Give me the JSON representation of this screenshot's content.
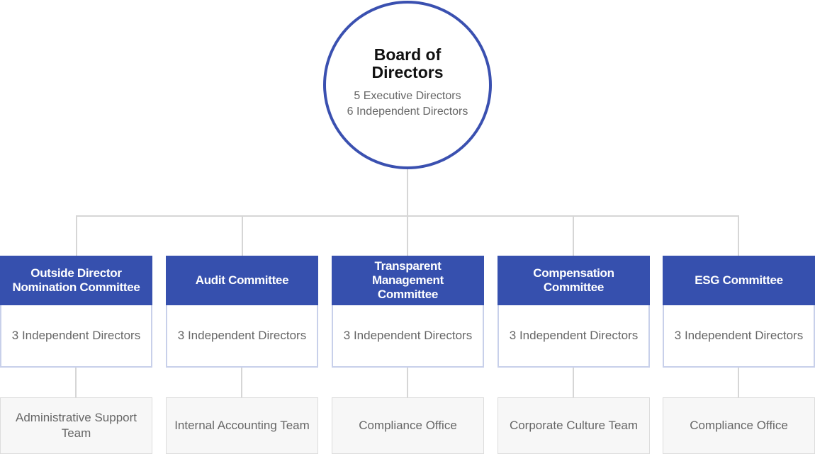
{
  "board": {
    "title_line1": "Board of",
    "title_line2": "Directors",
    "executive": "5 Executive Directors",
    "independent": "6 Independent Directors"
  },
  "committees": [
    {
      "name": "Outside Director Nomination Committee",
      "members": "3 Independent Directors",
      "team": "Administrative Support Team"
    },
    {
      "name": "Audit Committee",
      "members": "3 Independent Directors",
      "team": "Internal Accounting Team"
    },
    {
      "name": "Transparent Management Committee",
      "members": "3 Independent Directors",
      "team": "Compliance Office"
    },
    {
      "name": "Compensation Committee",
      "members": "3 Independent Directors",
      "team": "Corporate Culture Team"
    },
    {
      "name": "ESG Committee",
      "members": "3 Independent Directors",
      "team": "Compliance Office"
    }
  ],
  "colors": {
    "accent": "#3650ae",
    "border": "#c8d0ea",
    "team_bg": "#f7f7f7"
  }
}
